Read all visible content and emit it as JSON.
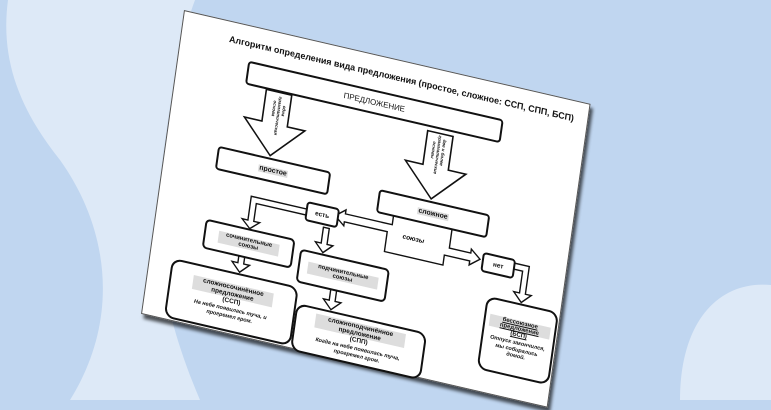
{
  "background": {
    "light": "#dde9f7",
    "mid": "#c0d6f0"
  },
  "diagram": {
    "title": "Алгоритм определения вида предложения (простое, сложное: ССП, СПП, БСП)",
    "root": "ПРЕДЛОЖЕНИЕ",
    "left_arrow_label": "одна грамматическая основа",
    "right_arrow_label": "две и более грамматические основы",
    "simple": "простое",
    "complex": "сложное",
    "conjunctions": "союзы",
    "yes": "есть",
    "no": "нет",
    "coordinating": "сочинительные союзы",
    "subordinating": "подчинительные союзы",
    "ssp": {
      "name": "сложносочинённое предложение",
      "abbr": "(ССП)",
      "example": "На небе появилась туча, и прогремел гром."
    },
    "spp": {
      "name": "сложноподчинённое предложение",
      "abbr": "(СПП)",
      "example": "Когда на небе появилась туча, прогремел гром."
    },
    "bsp": {
      "name": "бессоюзное предложение",
      "abbr": "(БСП)",
      "example": "Отпуск закончился, мы собирались домой."
    }
  }
}
